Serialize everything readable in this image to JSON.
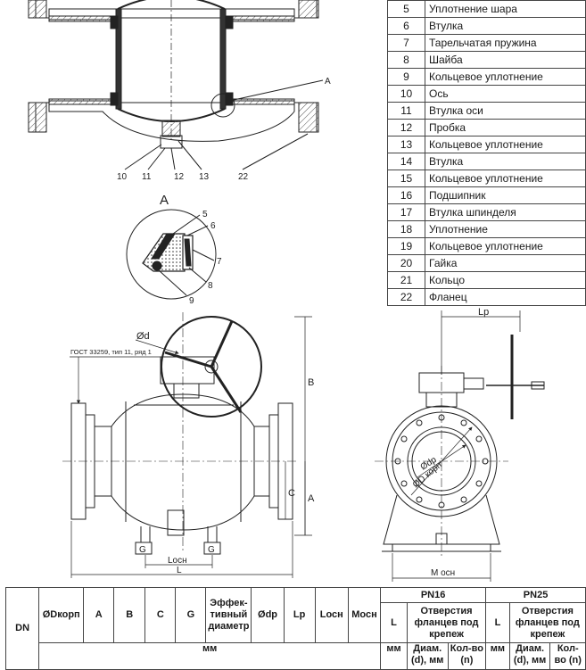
{
  "parts": [
    {
      "num": "5",
      "name": "Уплотнение шара"
    },
    {
      "num": "6",
      "name": "Втулка"
    },
    {
      "num": "7",
      "name": "Тарельчатая пружина"
    },
    {
      "num": "8",
      "name": "Шайба"
    },
    {
      "num": "9",
      "name": "Кольцевое уплотнение"
    },
    {
      "num": "10",
      "name": "Ось"
    },
    {
      "num": "11",
      "name": "Втулка оси"
    },
    {
      "num": "12",
      "name": "Пробка"
    },
    {
      "num": "13",
      "name": "Кольцевое уплотнение"
    },
    {
      "num": "14",
      "name": "Втулка"
    },
    {
      "num": "15",
      "name": "Кольцевое уплотнение"
    },
    {
      "num": "16",
      "name": "Подшипник"
    },
    {
      "num": "17",
      "name": "Втулка шпинделя"
    },
    {
      "num": "18",
      "name": "Уплотнение"
    },
    {
      "num": "19",
      "name": "Кольцевое уплотнение"
    },
    {
      "num": "20",
      "name": "Гайка"
    },
    {
      "num": "21",
      "name": "Кольцо"
    },
    {
      "num": "22",
      "name": "Фланец"
    }
  ],
  "section_callouts": {
    "a": "A",
    "n10": "10",
    "n11": "11",
    "n12": "12",
    "n13": "13",
    "n22": "22"
  },
  "detail": {
    "title": "A",
    "n5": "5",
    "n6": "6",
    "n7": "7",
    "n8": "8",
    "n9": "9"
  },
  "side_view": {
    "gost": "ГОСТ 33259, тип 11, ряд 1",
    "od": "Ød",
    "b": "B",
    "c": "C",
    "a": "A",
    "g_left": "G",
    "g_right": "G",
    "losn": "Lосн",
    "l": "L"
  },
  "front_view": {
    "lp": "Lр",
    "odp": "Ødр",
    "odkorp": "ØD корп",
    "mosn": "M осн"
  },
  "spec_table": {
    "dn": "DN",
    "dkorp": "ØDкорп",
    "a": "A",
    "b": "B",
    "c": "C",
    "g": "G",
    "eff_diam": "Эффек-тивный диаметр",
    "dp": "Ødр",
    "lp": "Lр",
    "losn": "Lосн",
    "mosn": "Мосн",
    "pn16": "PN16",
    "pn25": "PN25",
    "l16": "L",
    "holes16": "Отверстия фланцев под крепеж",
    "l25": "L",
    "holes25": "Отверстия фланцев под крепеж",
    "mm": "мм",
    "mm16": "мм",
    "diam16": "Диам. (d), мм",
    "qty16": "Кол-во (n)",
    "mm25": "мм",
    "diam25": "Диам. (d), мм",
    "qty25": "Кол-во (n)"
  }
}
